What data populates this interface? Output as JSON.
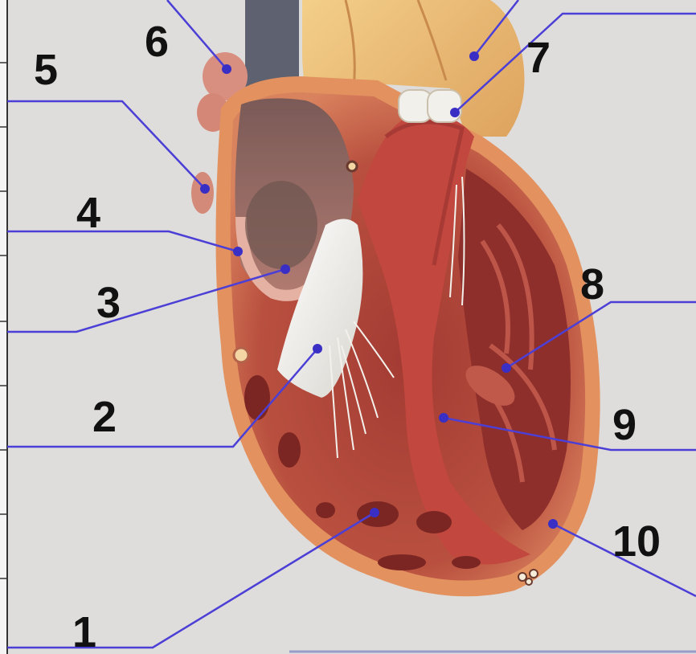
{
  "labels": {
    "l1": "1",
    "l2": "2",
    "l3": "3",
    "l4": "4",
    "l5": "5",
    "l6": "6",
    "l7": "7",
    "l8": "8",
    "l9": "9",
    "l10": "10"
  },
  "colors": {
    "background": "#dedddb",
    "leader_line": "#4c3fd6",
    "myocardium": "#b8483a",
    "aorta": "#e8b66a",
    "valve_leaflets": "#f2f0ea",
    "vena_cava": "#5e6170"
  }
}
